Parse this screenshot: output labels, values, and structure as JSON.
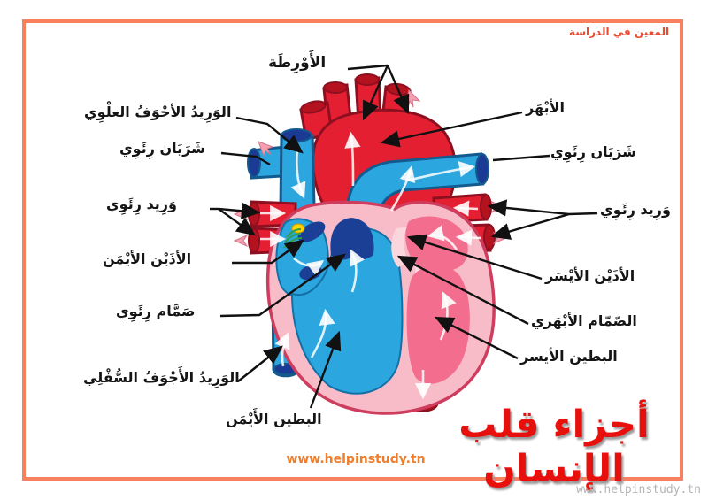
{
  "header": {
    "brand": "المعين في الدراسة"
  },
  "diagram": {
    "subject": "human-heart-anatomy",
    "labels": {
      "aorta_top": "الأَوْرِطَة",
      "superior_vena_cava": "الوَرِيدُ الأجْوَفُ العلْوِي",
      "pulmonary_artery_left": "شَرَيَان رِئَوِي",
      "pulmonary_vein_left": "وَرِيد رِئَوِي",
      "right_atrium": "الأذَيْن الأيْمَن",
      "pulmonary_valve": "صَمَّام رِئَوِي",
      "inferior_vena_cava": "الوَرِيدُ الأَجْوَفُ السُّفْلِي",
      "right_ventricle": "البطين الأَيْمَن",
      "aorta_right": "الأبْهَر",
      "pulmonary_artery_right": "شَرَيَان رِئَوِي",
      "pulmonary_vein_right": "وَرِيد رِئَوِي",
      "left_atrium": "الأذَيْن الأيْسَر",
      "aortic_valve": "الصّمّام الأبْهَري",
      "left_ventricle": "البطين الأيسر"
    },
    "colors": {
      "frame_border": "#f8805f",
      "brand_red": "#e84c31",
      "title_red": "#e8100c",
      "site_orange": "#ee7e2e",
      "watermark_gray": "#b5b5b5",
      "artery_red": "#e51f32",
      "artery_cut_dark_red": "#b5121f",
      "vein_blue": "#2ba6de",
      "vein_cut_dark_blue": "#1a3a94",
      "heart_wall_pink": "#f8bcc8",
      "chamber_pink": "#f26d8e",
      "label_black": "#151515"
    }
  },
  "title": "أجزاء قلب الإنسان",
  "footer": {
    "website": "www.helpinstudy.tn",
    "watermark": "www.helpinstudy.tn"
  }
}
